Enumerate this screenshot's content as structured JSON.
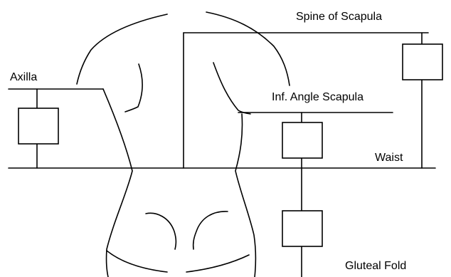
{
  "labels": {
    "spine_of_scapula": "Spine of Scapula",
    "axilla": "Axilla",
    "inf_angle_scapula": "Inf. Angle Scapula",
    "waist": "Waist",
    "gluteal_fold": "Gluteal Fold"
  },
  "colors": {
    "line": "#000000",
    "background": "#ffffff"
  }
}
